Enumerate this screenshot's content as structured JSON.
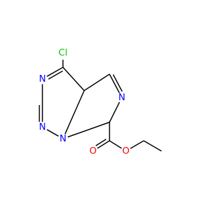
{
  "molecule": {
    "atoms": [
      {
        "id": "cl",
        "symbol": "Cl",
        "color": "#00c800"
      },
      {
        "id": "c4",
        "symbol": ""
      },
      {
        "id": "n3",
        "symbol": "N",
        "color": "#0000ff"
      },
      {
        "id": "c2",
        "symbol": ""
      },
      {
        "id": "n1",
        "symbol": "N",
        "color": "#0000ff"
      },
      {
        "id": "n8",
        "symbol": "N",
        "color": "#0000ff"
      },
      {
        "id": "c4a",
        "symbol": ""
      },
      {
        "id": "c5",
        "symbol": ""
      },
      {
        "id": "n6",
        "symbol": "N",
        "color": "#0000ff"
      },
      {
        "id": "c7",
        "symbol": ""
      },
      {
        "id": "c_carbonyl",
        "symbol": ""
      },
      {
        "id": "o_double",
        "symbol": "O",
        "color": "#ff0000"
      },
      {
        "id": "o_ester",
        "symbol": "O",
        "color": "#ff0000"
      },
      {
        "id": "c_ch2",
        "symbol": ""
      },
      {
        "id": "c_ch3",
        "symbol": ""
      }
    ]
  }
}
